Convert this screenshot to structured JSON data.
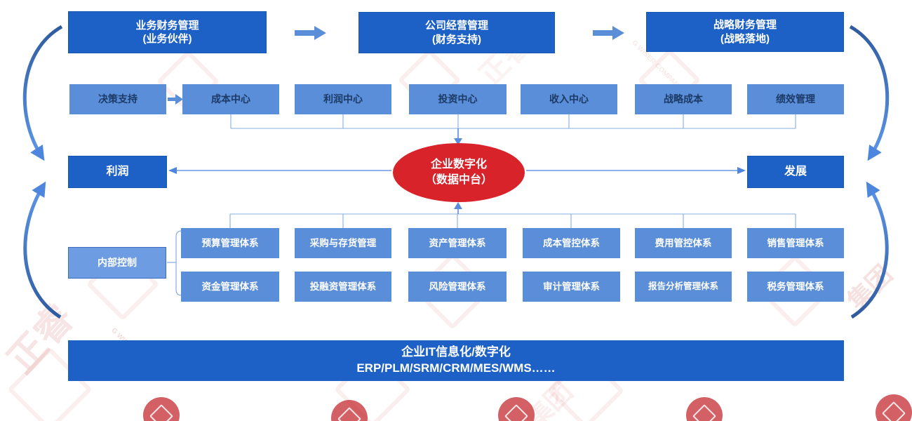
{
  "top_flow": {
    "boxes": [
      {
        "line1": "业务财务管理",
        "line2": "(业务伙伴)"
      },
      {
        "line1": "公司经营管理",
        "line2": "(财务支持)"
      },
      {
        "line1": "战略财务管理",
        "line2": "(战略落地)"
      }
    ]
  },
  "centers_row": {
    "lead": "决策支持",
    "items": [
      "成本中心",
      "利润中心",
      "投资中心",
      "收入中心",
      "战略成本",
      "绩效管理"
    ]
  },
  "middle": {
    "left_box": "利润",
    "right_box": "发展",
    "hub_line1": "企业数字化",
    "hub_line2": "（数据中台）"
  },
  "internal_control": {
    "label": "内部控制",
    "row1": [
      "预算管理体系",
      "采购与存货管理",
      "资产管理体系",
      "成本管控体系",
      "费用管控体系",
      "销售管理体系"
    ],
    "row2": [
      "资金管理体系",
      "投融资管理体系",
      "风险管理体系",
      "审计管理体系",
      "报告分析管理体系",
      "税务管理体系"
    ]
  },
  "bottom_bar": {
    "line1": "企业IT信息化/数字化",
    "line2": "ERP/PLM/SRM/CRM/MES/WMS……"
  },
  "colors": {
    "primary_blue": "#1d61c6",
    "medium_blue": "#5b8ed9",
    "hub_red": "#d8232b",
    "navy_text": "#1b3a66",
    "connector_blue": "#86abe3",
    "arrow_blue": "#5b8ed9"
  },
  "watermarks": {
    "brand_text": "正睿",
    "group_text": "集团",
    "latin_text": "G WISER COMPANY"
  }
}
